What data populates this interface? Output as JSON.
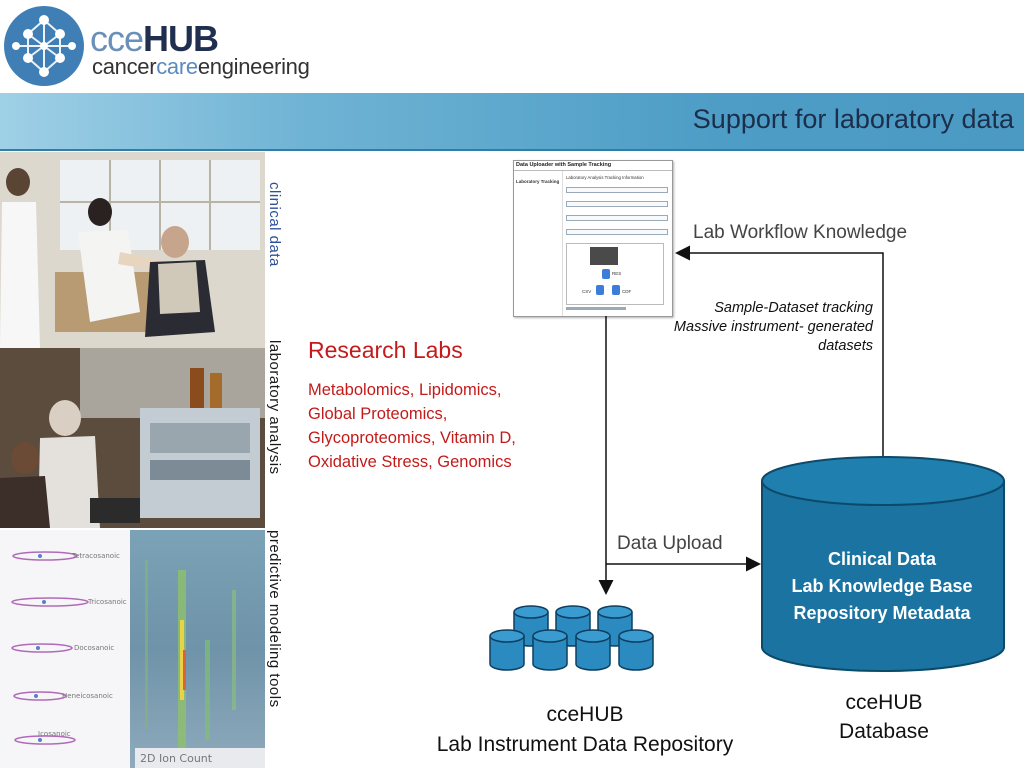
{
  "header": {
    "brand_cce": "cce",
    "brand_hub": "HUB",
    "brand_sub_1": "cancer",
    "brand_sub_2": "care",
    "brand_sub_3": "engineering",
    "slide_title": "Support for laboratory data"
  },
  "side_labels": {
    "clinical": "clinical data",
    "laboratory": "laboratory analysis",
    "predictive": "predictive modeling tools"
  },
  "photo3": {
    "compounds": [
      "Tetracosanoic",
      "Tricosanoic",
      "Docosanoic",
      "Heneicosanoic",
      "Icosanoic"
    ],
    "caption": "2D Ion Count"
  },
  "research_labs": {
    "title": "Research Labs",
    "lines": [
      "Metabolomics, Lipidomics,",
      "Global Proteomics,",
      "Glycoproteomics, Vitamin D,",
      "Oxidative Stress, Genomics"
    ]
  },
  "thumbnail": {
    "title": "Data Uploader with Sample Tracking",
    "side": "Laboratory Tracking",
    "header_line": "Laboratory Analysis Tracking Information",
    "chip1": "RES",
    "chip2": "CSV",
    "chip3": "CDF"
  },
  "workflow": {
    "label": "Lab Workflow Knowledge",
    "tracking": [
      "Sample-Dataset tracking",
      "Massive instrument- generated",
      "datasets"
    ],
    "upload": "Data Upload"
  },
  "database": {
    "lines": [
      "Clinical Data",
      "Lab Knowledge Base",
      "Repository Metadata"
    ],
    "caption": [
      "cceHUB",
      "Database"
    ],
    "color": "#1a73a0"
  },
  "repository": {
    "caption": [
      "cceHUB",
      "Lab Instrument Data Repository"
    ],
    "color": "#2b8ac0"
  }
}
